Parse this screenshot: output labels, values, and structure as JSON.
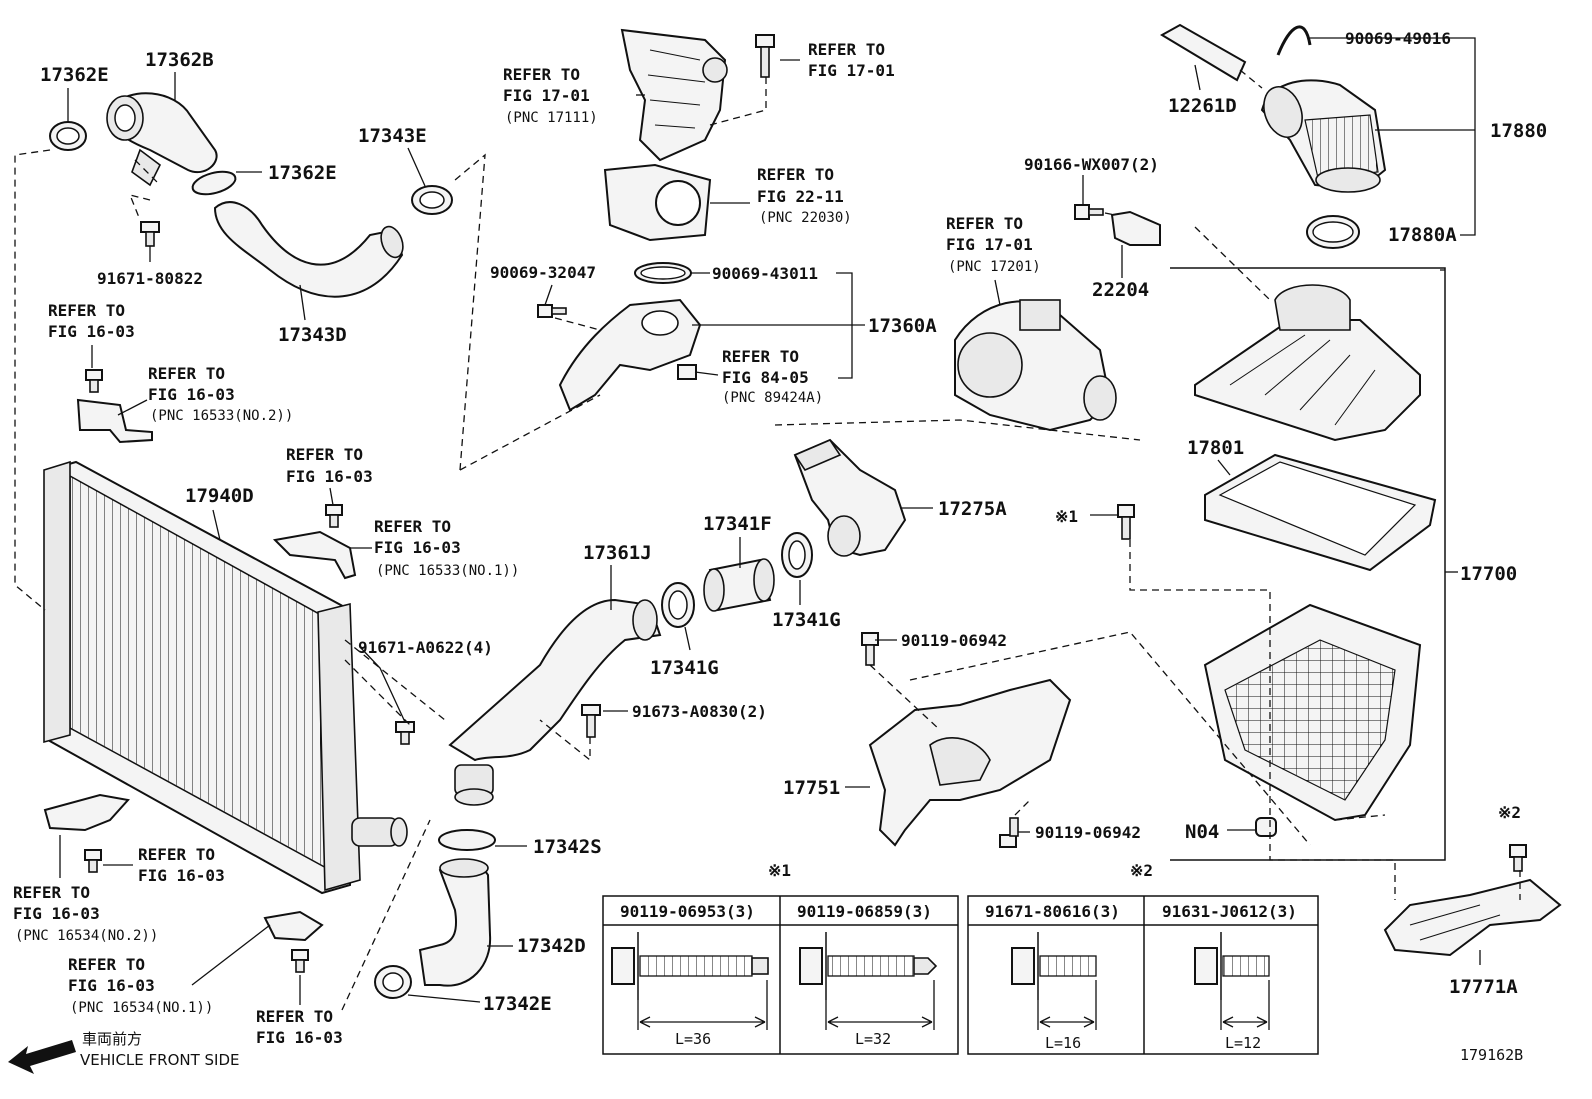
{
  "labels": {
    "p17362E_a": "17362E",
    "p17362B": "17362B",
    "p17362E_b": "17362E",
    "p17343E": "17343E",
    "p17343D": "17343D",
    "p91671_80822": "91671-80822",
    "p17940D": "17940D",
    "p91671_A0622": "91671-A0622(4)",
    "p17361J": "17361J",
    "p17341F": "17341F",
    "p17341G_a": "17341G",
    "p17341G_b": "17341G",
    "p91673_A0830": "91673-A0830(2)",
    "p17342S": "17342S",
    "p17342D": "17342D",
    "p17342E": "17342E",
    "p90069_32047": "90069-32047",
    "p90069_43011": "90069-43011",
    "p17360A": "17360A",
    "p17275A": "17275A",
    "p90119_06942_a": "90119-06942",
    "p90119_06942_b": "90119-06942",
    "p17751": "17751",
    "p90069_49016": "90069-49016",
    "p12261D": "12261D",
    "p17880": "17880",
    "p17880A": "17880A",
    "p90166_WX007": "90166-WX007(2)",
    "p22204": "22204",
    "p17801": "17801",
    "p17700": "17700",
    "pN04": "N04",
    "p17771A": "17771A",
    "note1_mark": "※1",
    "note2_mark": "※2",
    "diagram_id": "179162B"
  },
  "refs": {
    "r_17_01_a": {
      "line1": "REFER TO",
      "line2": "FIG 17-01",
      "line3": "(PNC 17111)"
    },
    "r_17_01_b": {
      "line1": "REFER TO",
      "line2": "FIG 17-01"
    },
    "r_22_11": {
      "line1": "REFER TO",
      "line2": "FIG 22-11",
      "line3": "(PNC 22030)"
    },
    "r_84_05": {
      "line1": "REFER TO",
      "line2": "FIG 84-05",
      "line3": "(PNC 89424A)"
    },
    "r_17_01_c": {
      "line1": "REFER TO",
      "line2": "FIG 17-01",
      "line3": "(PNC 17201)"
    },
    "r_16_03_a": {
      "line1": "REFER TO",
      "line2": "FIG 16-03"
    },
    "r_16_03_b": {
      "line1": "REFER TO",
      "line2": "FIG 16-03",
      "line3": "(PNC 16533(NO.2))"
    },
    "r_16_03_c": {
      "line1": "REFER TO",
      "line2": "FIG 16-03"
    },
    "r_16_03_d": {
      "line1": "REFER TO",
      "line2": "FIG 16-03",
      "line3": "(PNC 16533(NO.1))"
    },
    "r_16_03_e": {
      "line1": "REFER TO",
      "line2": "FIG 16-03"
    },
    "r_16_03_f": {
      "line1": "REFER TO",
      "line2": "FIG 16-03",
      "line3": "(PNC 16534(NO.2))"
    },
    "r_16_03_g": {
      "line1": "REFER TO",
      "line2": "FIG 16-03",
      "line3": "(PNC 16534(NO.1))"
    },
    "r_16_03_h": {
      "line1": "REFER TO",
      "line2": "FIG 16-03"
    }
  },
  "direction": {
    "jp": "車両前方",
    "en": "VEHICLE FRONT SIDE"
  },
  "bolt_table_1": {
    "mark": "※1",
    "col1": {
      "part": "90119-06953(3)",
      "length": "L=36"
    },
    "col2": {
      "part": "90119-06859(3)",
      "length": "L=32"
    }
  },
  "bolt_table_2": {
    "mark": "※2",
    "col1": {
      "part": "91671-80616(3)",
      "length": "L=16"
    },
    "col2": {
      "part": "91631-J0612(3)",
      "length": "L=12"
    }
  }
}
